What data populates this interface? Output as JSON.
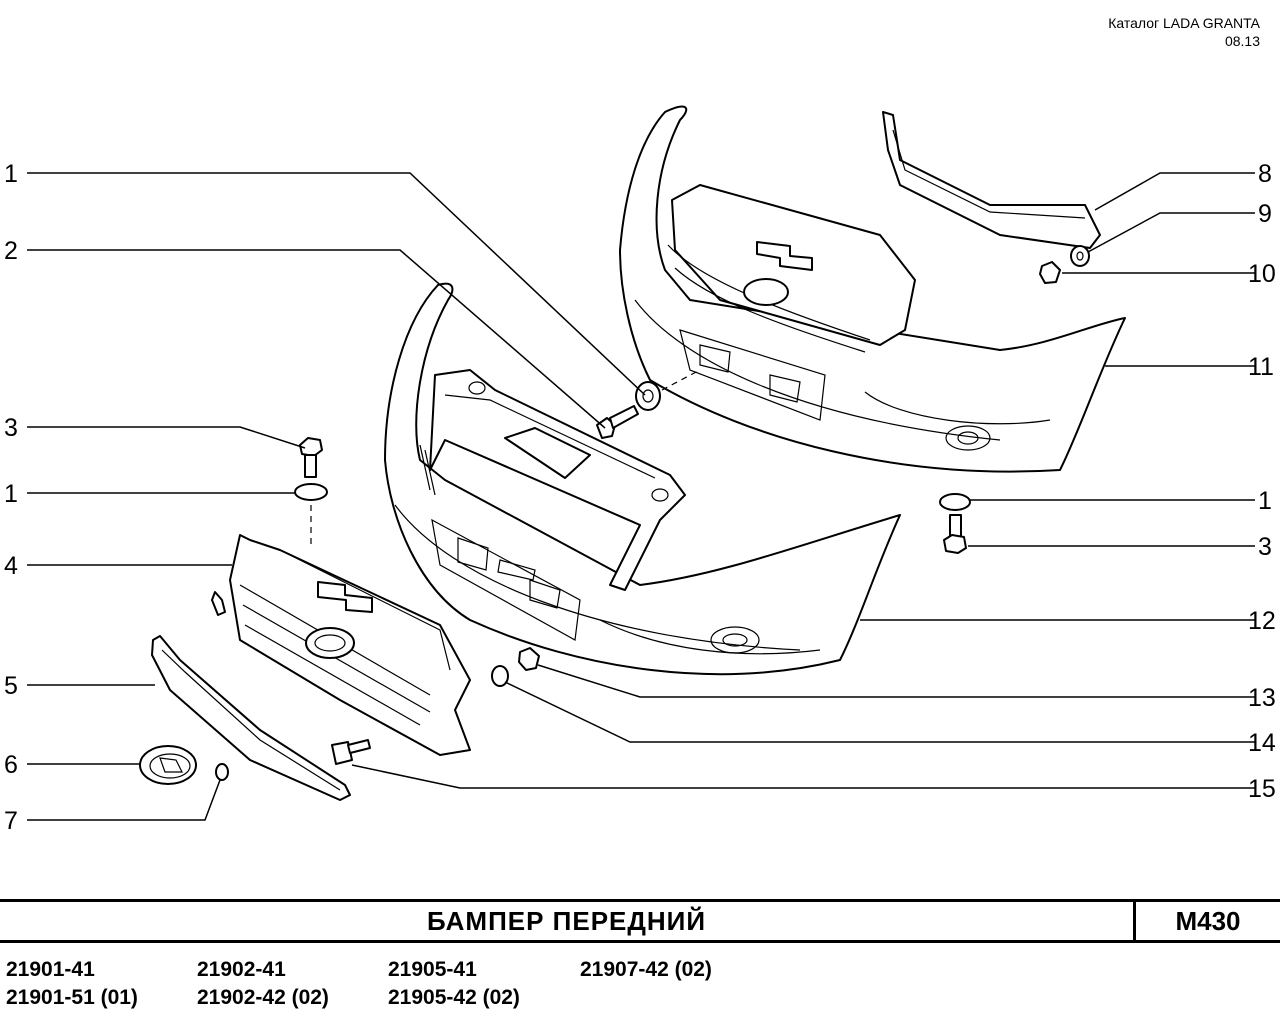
{
  "header": {
    "catalog": "Каталог  LADA  GRANTA",
    "date": "08.13"
  },
  "callouts": [
    {
      "id": "c1a",
      "label": "1"
    },
    {
      "id": "c2",
      "label": "2"
    },
    {
      "id": "c3a",
      "label": "3"
    },
    {
      "id": "c1b",
      "label": "1"
    },
    {
      "id": "c4",
      "label": "4"
    },
    {
      "id": "c5",
      "label": "5"
    },
    {
      "id": "c6",
      "label": "6"
    },
    {
      "id": "c7",
      "label": "7"
    },
    {
      "id": "c8",
      "label": "8"
    },
    {
      "id": "c9",
      "label": "9"
    },
    {
      "id": "c10",
      "label": "10"
    },
    {
      "id": "c11",
      "label": "11"
    },
    {
      "id": "c1c",
      "label": "1"
    },
    {
      "id": "c3b",
      "label": "3"
    },
    {
      "id": "c12",
      "label": "12"
    },
    {
      "id": "c13",
      "label": "13"
    },
    {
      "id": "c14",
      "label": "14"
    },
    {
      "id": "c15",
      "label": "15"
    }
  ],
  "title": {
    "name": "БАМПЕР   ПЕРЕДНИЙ",
    "code": "М430"
  },
  "models": [
    [
      "21901-41",
      "21902-41",
      "21905-41",
      "21907-42 (02)"
    ],
    [
      "21901-51 (01)",
      "21902-42 (02)",
      "21905-42 (02)"
    ]
  ]
}
